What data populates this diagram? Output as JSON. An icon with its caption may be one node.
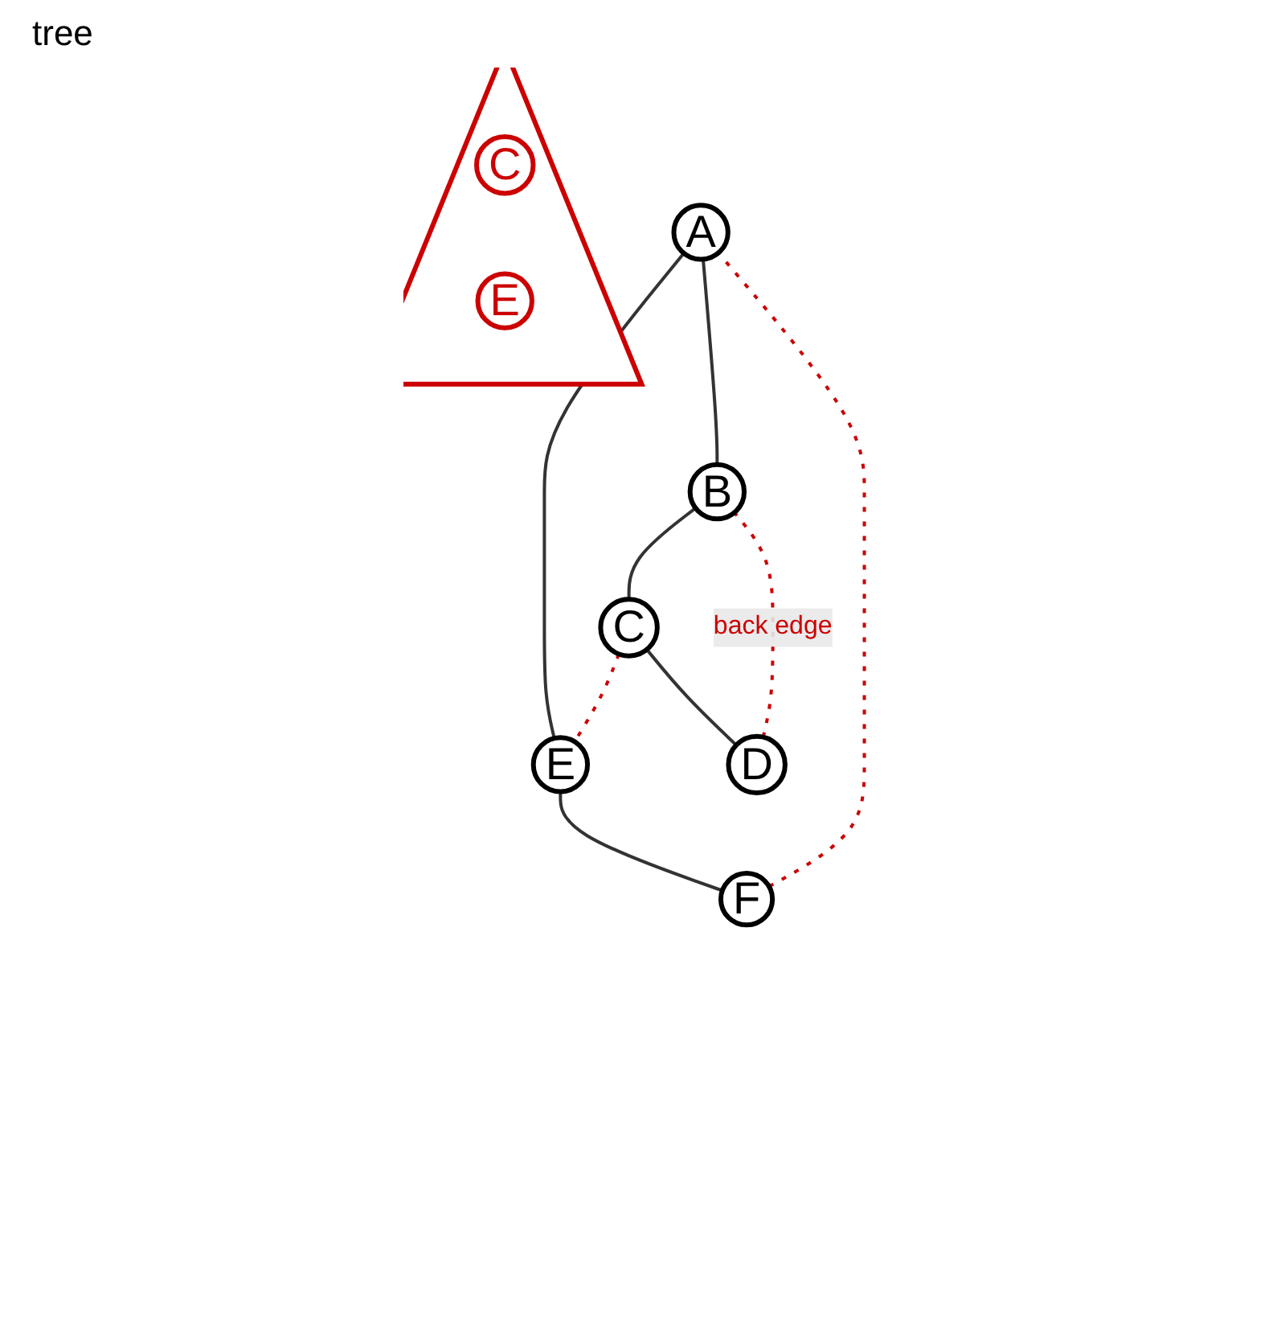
{
  "diagram": {
    "nodes": [
      {
        "text": [
          "A"
        ]
      },
      {
        "text": [
          "B"
        ]
      },
      {
        "text": [
          "E"
        ]
      },
      {
        "text": [
          "C"
        ]
      },
      {
        "text": [
          "F"
        ]
      },
      {
        "text": [
          "D"
        ]
      },
      {
        "text": [],
        "shape": "triangle"
      },
      {
        "text": [
          "C"
        ],
        "in": 6
      },
      {
        "text": [
          "E"
        ],
        "in": 6
      }
    ],
    "edges": [
      {
        "from": 0,
        "to": 1,
        "arrow": "none"
      },
      {
        "from": 0,
        "to": 2,
        "arrow": "none"
      },
      {
        "from": 1,
        "to": 3,
        "arrow": "none"
      },
      {
        "from": 2,
        "to": 4,
        "arrow": "none"
      },
      {
        "from": 3,
        "to": 5,
        "arrow": "none"
      },
      {
        "from": 5,
        "to": 1,
        "arrow": "none",
        "label": "back edge",
        "style": "dashed",
        "color": "#cc0000"
      },
      {
        "from": 3,
        "to": 2,
        "arrow": "none",
        "style": "dashed",
        "color": "#cc0000"
      },
      {
        "from": 4,
        "to": 0,
        "arrow": "none",
        "style": "dashed",
        "color": "#cc0000"
      }
    ],
    "labels": [
      "tree"
    ]
  }
}
